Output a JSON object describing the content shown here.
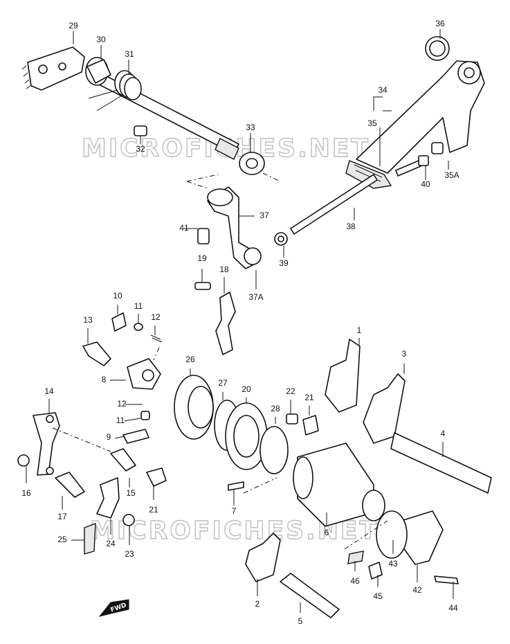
{
  "watermark": "MICROFICHES.NET",
  "direction_label": "FWD",
  "labels": {
    "p1": "1",
    "p2": "2",
    "p3": "3",
    "p4": "4",
    "p5": "5",
    "p6": "6",
    "p7": "7",
    "p8": "8",
    "p9": "9",
    "p10": "10",
    "p11a": "11",
    "p11b": "11",
    "p12a": "12",
    "p12b": "12",
    "p13": "13",
    "p14": "14",
    "p15": "15",
    "p16": "16",
    "p17": "17",
    "p18": "18",
    "p19": "19",
    "p20": "20",
    "p21a": "21",
    "p21b": "21",
    "p22": "22",
    "p23": "23",
    "p24": "24",
    "p25": "25",
    "p26": "26",
    "p27": "27",
    "p28": "28",
    "p29": "29",
    "p30": "30",
    "p31": "31",
    "p32": "32",
    "p33": "33",
    "p34": "34",
    "p35": "35",
    "p35a": "35A",
    "p36": "36",
    "p37": "37",
    "p37a": "37A",
    "p38": "38",
    "p39": "39",
    "p40": "40",
    "p41": "41",
    "p42": "42",
    "p43": "43",
    "p44": "44",
    "p45": "45",
    "p46": "46"
  }
}
